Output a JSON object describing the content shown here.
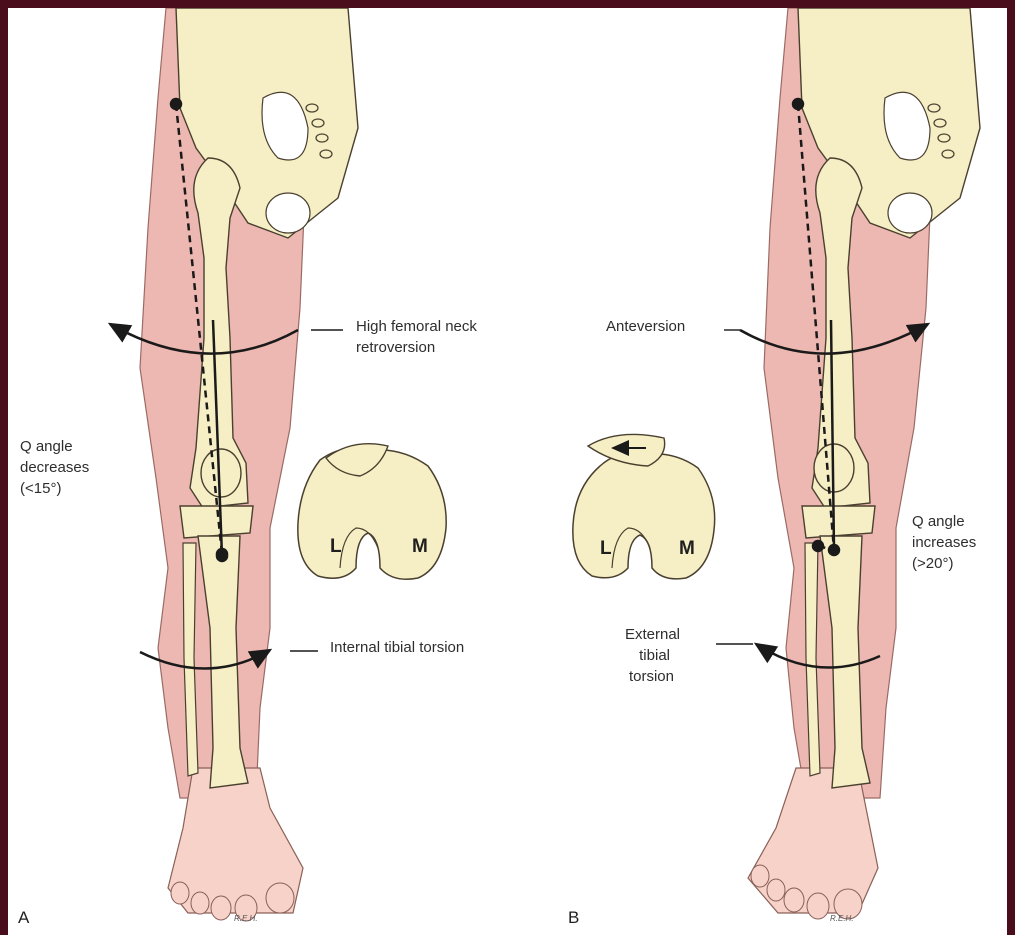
{
  "panel_a": {
    "letter": "A",
    "labels": {
      "femoral_line1": "High femoral neck",
      "femoral_line2": "retroversion",
      "q_line1": "Q angle",
      "q_line2": "decreases",
      "q_line3": "(<15°)",
      "tibial": "Internal tibial torsion"
    },
    "condyles": {
      "lateral": "L",
      "medial": "M"
    },
    "signature": "R.E.H."
  },
  "panel_b": {
    "letter": "B",
    "labels": {
      "femoral": "Anteversion",
      "q_line1": "Q angle",
      "q_line2": "increases",
      "q_line3": "(>20°)",
      "tibial_line1": "External",
      "tibial_line2": "tibial",
      "tibial_line3": "torsion"
    },
    "condyles": {
      "lateral": "L",
      "medial": "M"
    },
    "signature": "R.E.H."
  },
  "colors": {
    "frame": "#4a0d1c",
    "background": "#ffffff",
    "bone": "#f6eec4",
    "bone_outline": "#4a4030",
    "soft_tissue": "#eeb8b2",
    "skin": "#f6d2c8",
    "line": "#1a1a1a"
  }
}
